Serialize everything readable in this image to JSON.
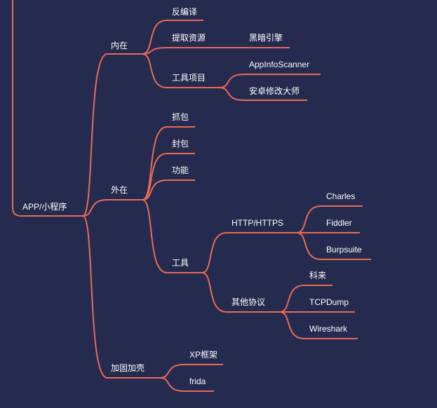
{
  "mindmap": {
    "line_color": "#e86a55",
    "background": "#252b4f",
    "text_color": "#ffffff",
    "root": {
      "label": "APP/小程序"
    },
    "branches": {
      "internal": {
        "label": "内在",
        "decompile": "反编译",
        "extract": "提取资源",
        "black_dark": "黑暗引擎",
        "tools": "工具项目",
        "appinfo": "AppInfoScanner",
        "modmaster": "安卓修改大师"
      },
      "external": {
        "label": "外在",
        "capture": "抓包",
        "replay": "封包",
        "function": "功能",
        "tools": "工具",
        "http": "HTTP/HTTPS",
        "charles": "Charles",
        "fiddler": "Fiddler",
        "burp": "Burpsuite",
        "other": "其他协议",
        "kelai": "科来",
        "tcpdump": "TCPDump",
        "wireshark": "Wireshark"
      },
      "hardening": {
        "label": "加固加壳",
        "xposed": "XP框架",
        "frida": "frida"
      }
    }
  }
}
